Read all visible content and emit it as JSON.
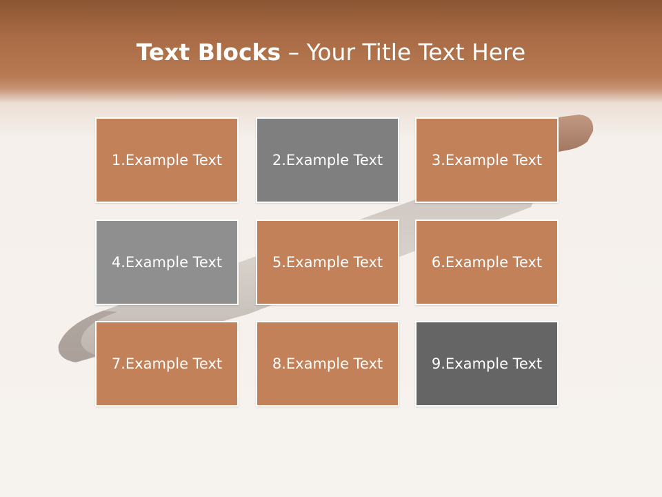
{
  "slide": {
    "title_bold": "Text Blocks",
    "title_dash": " – ",
    "title_rest": "Your Title Text Here"
  },
  "tiles": [
    {
      "label": "1.Example Text",
      "color": "#c38159"
    },
    {
      "label": "2.Example Text",
      "color": "#7f7f7f"
    },
    {
      "label": "3.Example Text",
      "color": "#c38159"
    },
    {
      "label": "4.Example Text",
      "color": "#8f8f8f"
    },
    {
      "label": "5.Example Text",
      "color": "#c38159"
    },
    {
      "label": "6.Example Text",
      "color": "#c38159"
    },
    {
      "label": "7.Example Text",
      "color": "#c38159"
    },
    {
      "label": "8.Example Text",
      "color": "#c38159"
    },
    {
      "label": "9.Example Text",
      "color": "#656565"
    }
  ],
  "colors": {
    "header_brown": "#b87a52",
    "accent_orange": "#c38159"
  },
  "icons": {
    "background_image": "knife-image"
  }
}
